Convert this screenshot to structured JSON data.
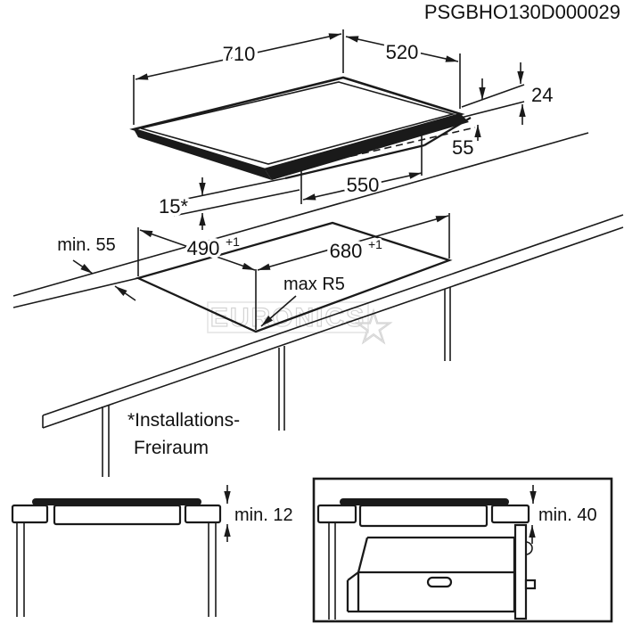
{
  "title": "PSGBHO130D000029",
  "colors": {
    "line": "#1a1a1a",
    "background": "#ffffff",
    "watermark": "#d9d9d9"
  },
  "watermark": {
    "text": "EURONICS",
    "star": "☆"
  },
  "hob_top_view": {
    "width": "710",
    "depth": "520",
    "glass_thickness": "24",
    "body_height": "55",
    "body_width": "550",
    "install_clearance": "15*"
  },
  "cutout_view": {
    "rear_clearance": "min. 55",
    "cutout_depth": "490",
    "cutout_depth_tol": "+1",
    "cutout_width": "680",
    "cutout_width_tol": "+1",
    "corner_radius": "max R5"
  },
  "footnote": {
    "line1": "*Installations-",
    "line2": "Freiraum"
  },
  "section_worktop": {
    "min_thickness": "min. 12"
  },
  "section_oven": {
    "min_clearance": "min. 40"
  }
}
